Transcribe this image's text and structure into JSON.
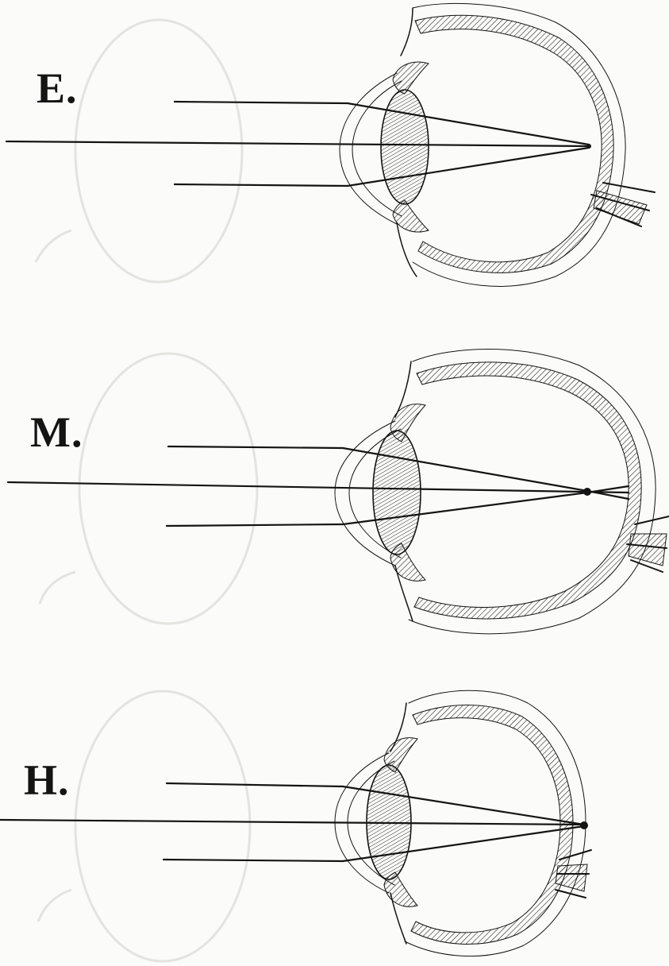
{
  "figure": {
    "panels": [
      {
        "label": "E."
      },
      {
        "label": "M."
      },
      {
        "label": "H."
      }
    ]
  },
  "colors": {
    "ink": "#141414",
    "paper": "#fbfbfa",
    "bleed_through": "#e4e4e0"
  }
}
